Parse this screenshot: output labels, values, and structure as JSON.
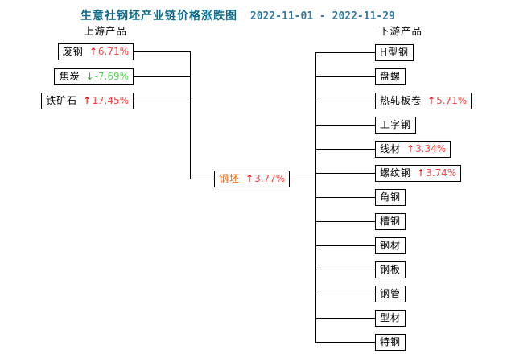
{
  "title": {
    "text": "生意社钢坯产业链价格涨跌图",
    "date_range": "2022-11-01 - 2022-11-29"
  },
  "headers": {
    "upstream": "上游产品",
    "downstream": "下游产品"
  },
  "colors": {
    "title": "#0e6c8b",
    "date": "#35789e",
    "up_arrow": "#e60000",
    "up_percent": "#ff4343",
    "down_arrow": "#2db82d",
    "down_percent": "#52d452",
    "core_label": "#ff6600",
    "box_border": "#000000",
    "background": "#ffffff"
  },
  "upstream": {
    "items": [
      {
        "label": "废钢",
        "arrow": "↑",
        "pct": "6.71%",
        "direction": "up"
      },
      {
        "label": "焦炭",
        "arrow": "↓",
        "pct": "-7.69%",
        "direction": "down"
      },
      {
        "label": "铁矿石",
        "arrow": "↑",
        "pct": "17.45%",
        "direction": "up"
      }
    ]
  },
  "core": {
    "label": "钢坯",
    "arrow": "↑",
    "pct": "3.77%",
    "direction": "up"
  },
  "downstream": {
    "items": [
      {
        "label": "H型钢"
      },
      {
        "label": "盘螺"
      },
      {
        "label": "热轧板卷",
        "arrow": "↑",
        "pct": "5.71%",
        "direction": "up"
      },
      {
        "label": "工字钢"
      },
      {
        "label": "线材",
        "arrow": "↑",
        "pct": "3.34%",
        "direction": "up"
      },
      {
        "label": "螺纹钢",
        "arrow": "↑",
        "pct": "3.74%",
        "direction": "up"
      },
      {
        "label": "角钢"
      },
      {
        "label": "槽钢"
      },
      {
        "label": "钢材"
      },
      {
        "label": "钢板"
      },
      {
        "label": "钢管"
      },
      {
        "label": "型材"
      },
      {
        "label": "特钢"
      }
    ]
  }
}
